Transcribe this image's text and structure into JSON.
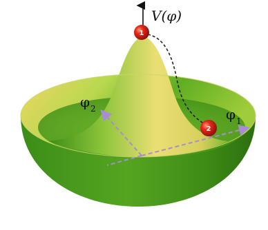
{
  "labels": {
    "potential": "V(φ)",
    "phi1_main": "φ",
    "phi1_sub": "1",
    "phi2_main": "φ",
    "phi2_sub": "2"
  },
  "balls": [
    {
      "id": "1",
      "label": "1"
    },
    {
      "id": "2",
      "label": "2"
    }
  ],
  "colors": {
    "surface_light": "#f4e27a",
    "surface_mid": "#9acb3f",
    "surface_dark": "#2f7f12",
    "bowl_rim_inner": "#d9c65b",
    "ball_red": "#d21a12",
    "axis_dash": "#a98bd6",
    "path_dash": "#222222"
  }
}
